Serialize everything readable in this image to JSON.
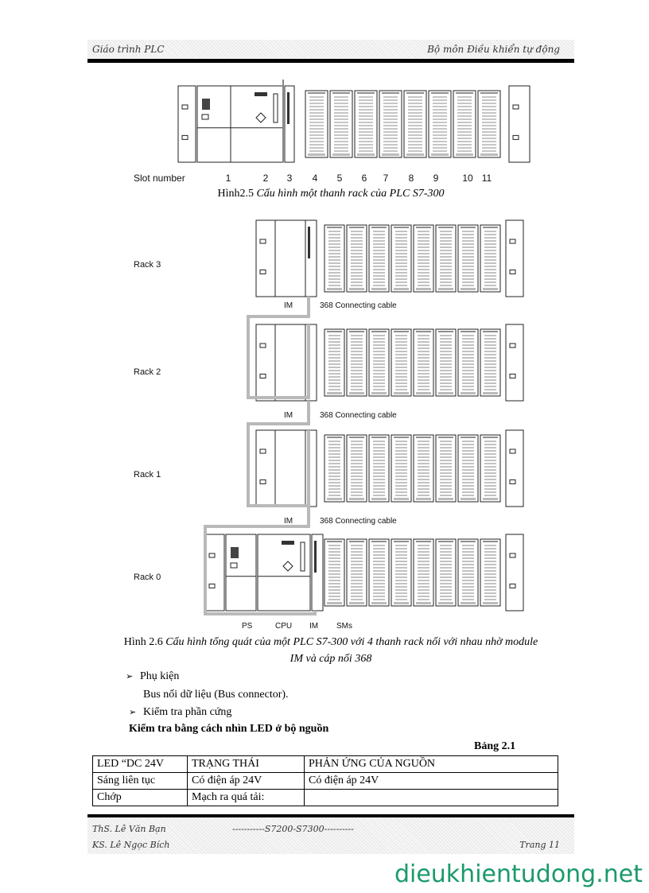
{
  "header": {
    "left": "Giáo trình PLC",
    "right": "Bộ môn Điều khiển tự động"
  },
  "figure1": {
    "slot_label": "Slot number",
    "slot_numbers": [
      "1",
      "2",
      "3",
      "4",
      "5",
      "6",
      "7",
      "8",
      "9",
      "10",
      "11"
    ],
    "caption_prefix": "Hình2.5 ",
    "caption_italic": "Cấu hình một thanh rack của PLC S7-300"
  },
  "figure2": {
    "racks": [
      "Rack 3",
      "Rack 2",
      "Rack 1",
      "Rack 0"
    ],
    "im_label": "IM",
    "cable_label": "368 Connecting cable",
    "bottom_labels": [
      "PS",
      "CPU",
      "IM",
      "SMs"
    ],
    "caption_prefix": "Hình 2.6 ",
    "caption_italic_line1": "Cấu hình tổng quát của một PLC S7-300 với 4 thanh rack nối với nhau nhờ module",
    "caption_italic_line2": "IM và cáp nối 368"
  },
  "body": {
    "bullet1": "Phụ kiện",
    "bullet1_sub": "Bus nối dữ liệu (Bus connector).",
    "bullet2": "Kiểm tra phần cứng",
    "heading": "Kiểm tra bằng cách nhìn LED ở bộ nguồn"
  },
  "table": {
    "label": "Bảng 2.1",
    "headers": [
      "LED “DC 24V",
      "TRẠNG THÁI",
      "PHẢN ỨNG CỦA NGUỒN"
    ],
    "rows": [
      [
        "Sáng liên tục",
        "Có điện áp 24V",
        "Có điện áp 24V"
      ],
      [
        "Chớp",
        "Mạch ra quá tải:",
        ""
      ]
    ]
  },
  "footer": {
    "author1": "ThS. Lê Văn Bạn",
    "author2": "KS. Lê Ngọc Bích",
    "middle": "-----------S7200-S7300----------",
    "page": "Trang 11"
  },
  "watermark": "dieukhientudong.net",
  "colors": {
    "watermark": "#1a9a6b"
  }
}
